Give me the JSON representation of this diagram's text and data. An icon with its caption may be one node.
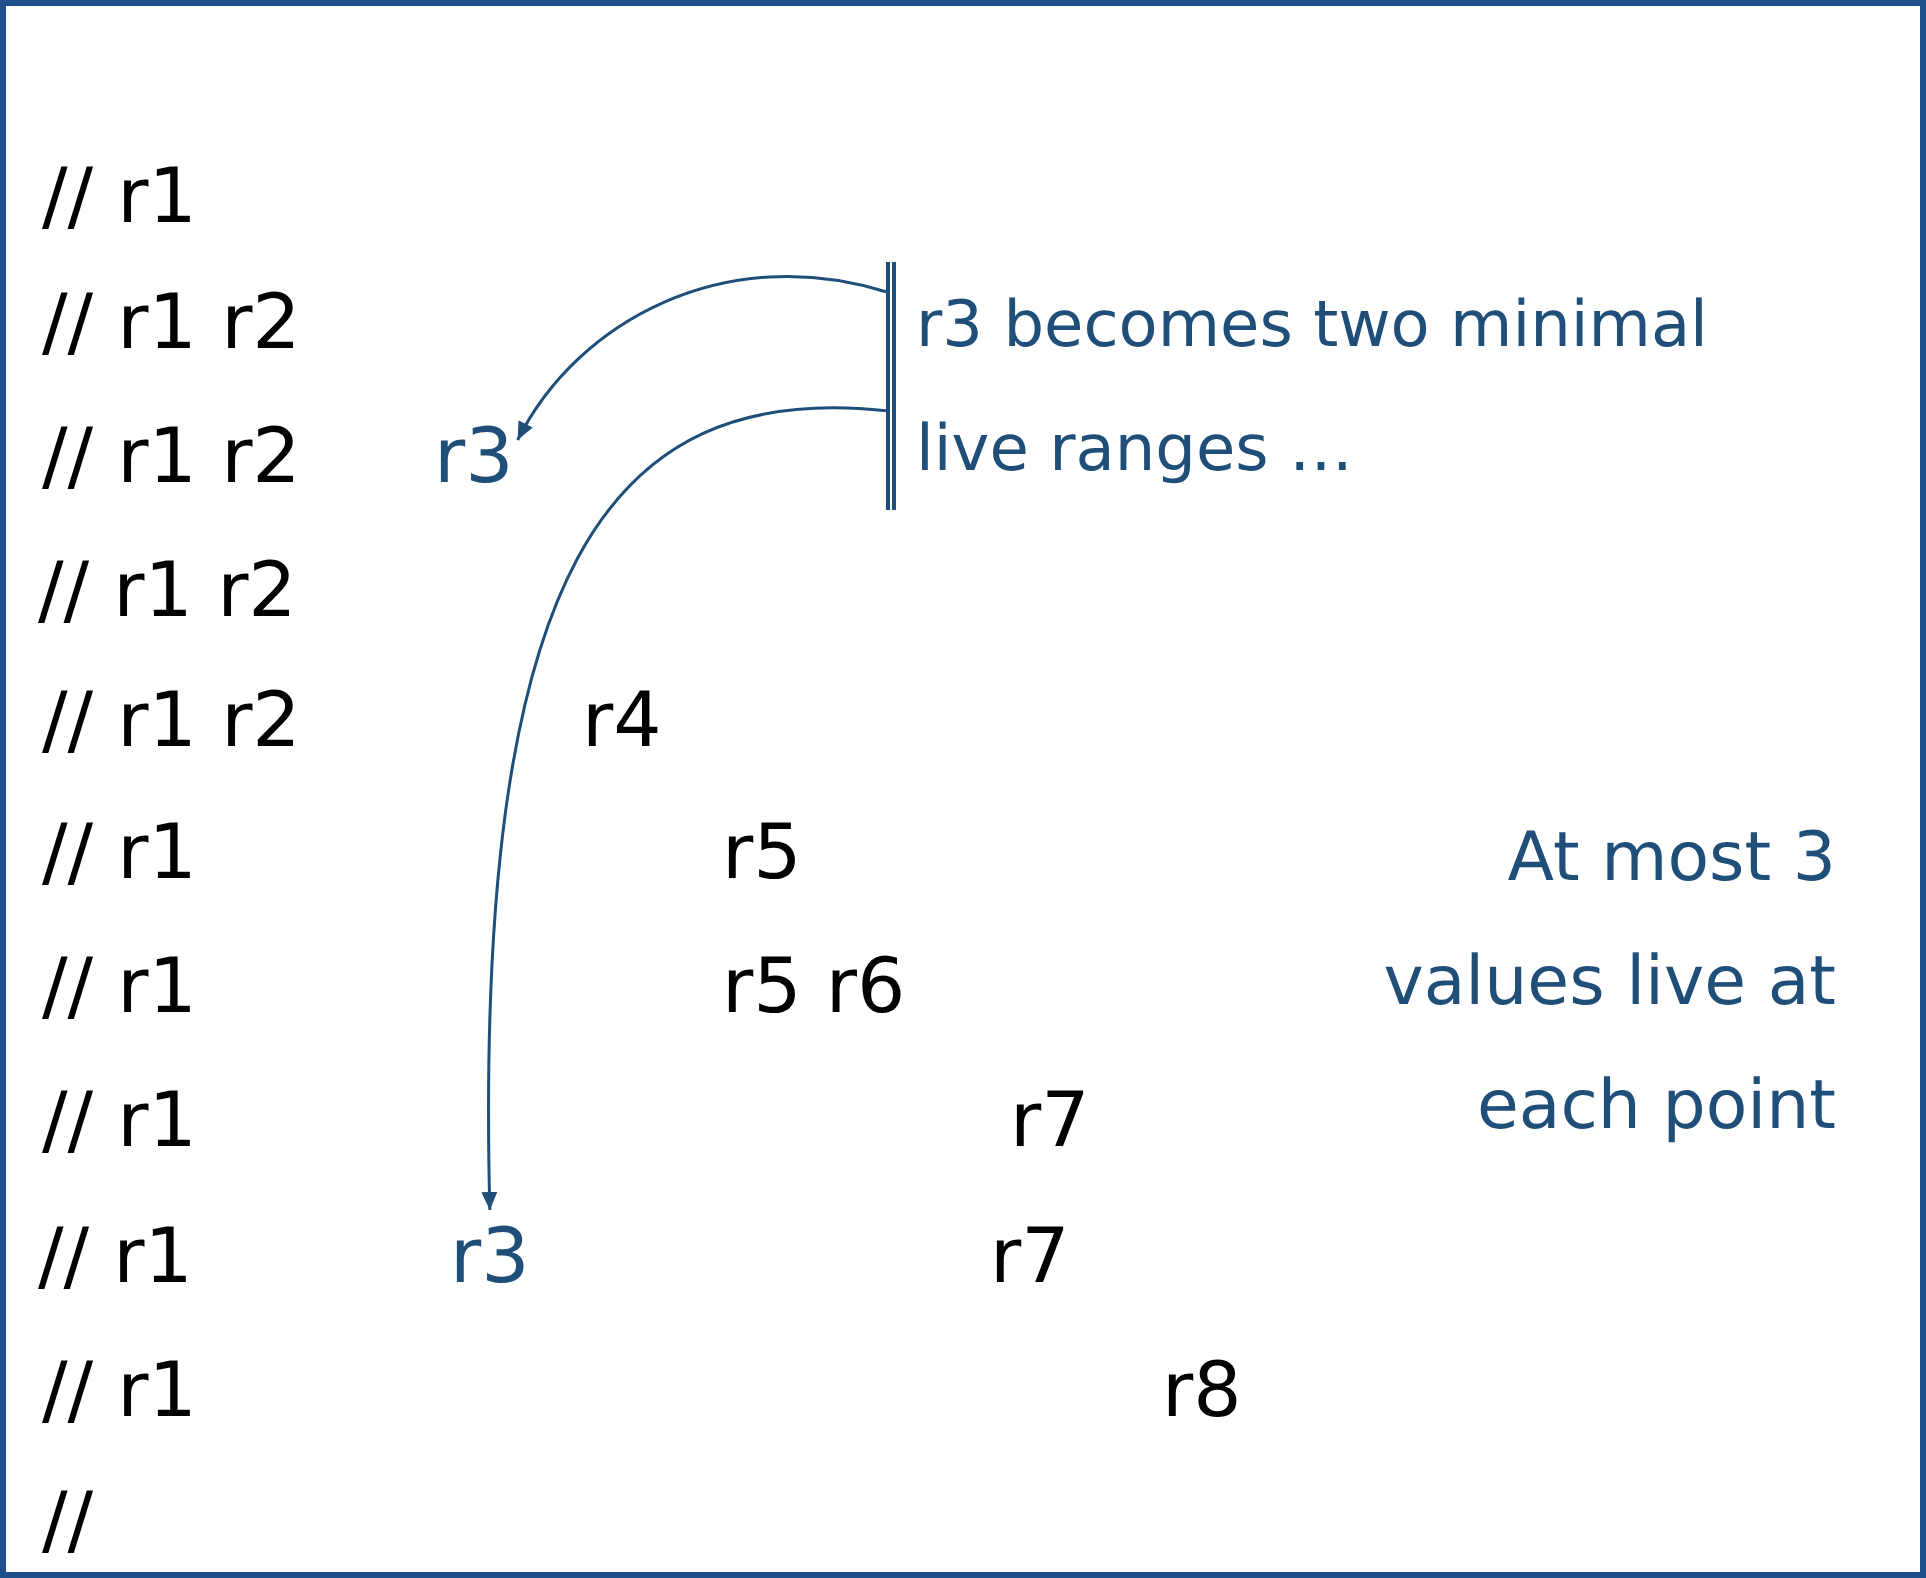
{
  "diagram": {
    "nodes": [
      {
        "text": [
          "r3 becomes two minimal live ranges …"
        ]
      },
      {
        "text": [
          "r3"
        ]
      },
      {
        "text": [
          "r3"
        ]
      }
    ],
    "edges": [
      {
        "from": 0,
        "to": 1,
        "arrow": "to"
      },
      {
        "from": 0,
        "to": 2,
        "arrow": "to"
      }
    ],
    "labels": [
      "// r1",
      "// r1 r2",
      "// r1 r2",
      "// r1 r2",
      "// r1 r2",
      "r4",
      "// r1",
      "r5",
      "// r1",
      "r5 r6",
      "// r1",
      "r7",
      "// r1",
      "r7",
      "// r1",
      "r8",
      "//",
      "At most 3 values live at each point"
    ]
  }
}
